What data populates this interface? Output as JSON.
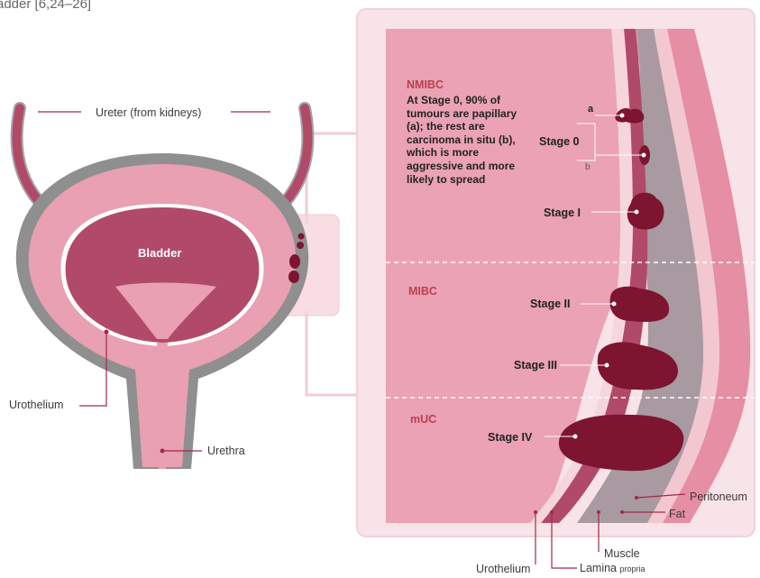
{
  "caption_fragment": "adder [6,24–26]",
  "left_panel": {
    "ureter_label": "Ureter (from kidneys)",
    "bladder_label": "Bladder",
    "urothelium_label": "Urothelium",
    "urethra_label": "Urethra"
  },
  "right_panel": {
    "nmibc": {
      "title": "NMIBC",
      "description": "At Stage 0, 90% of tumours are papillary (a); the rest are carcinoma in situ (b), which is more aggressive and more likely to spread"
    },
    "mibc": {
      "title": "MIBC"
    },
    "muc": {
      "title": "mUC"
    },
    "stages": {
      "stage0": "Stage 0",
      "stage0_a": "a",
      "stage0_b": "b",
      "stage1": "Stage I",
      "stage2": "Stage II",
      "stage3": "Stage III",
      "stage4": "Stage IV"
    },
    "layers": {
      "peritoneum": "Peritoneum",
      "fat": "Fat",
      "muscle": "Muscle",
      "urothelium": "Urothelium",
      "lamina": "Lamina",
      "propria": "propria"
    }
  },
  "colors": {
    "bladder_light": "#e8a0b2",
    "bladder_dark": "#b14a68",
    "tumour": "#7d1530",
    "outline": "#8a8a8a",
    "panel_bg": "#f7dde3",
    "accent_text": "#b84050"
  }
}
